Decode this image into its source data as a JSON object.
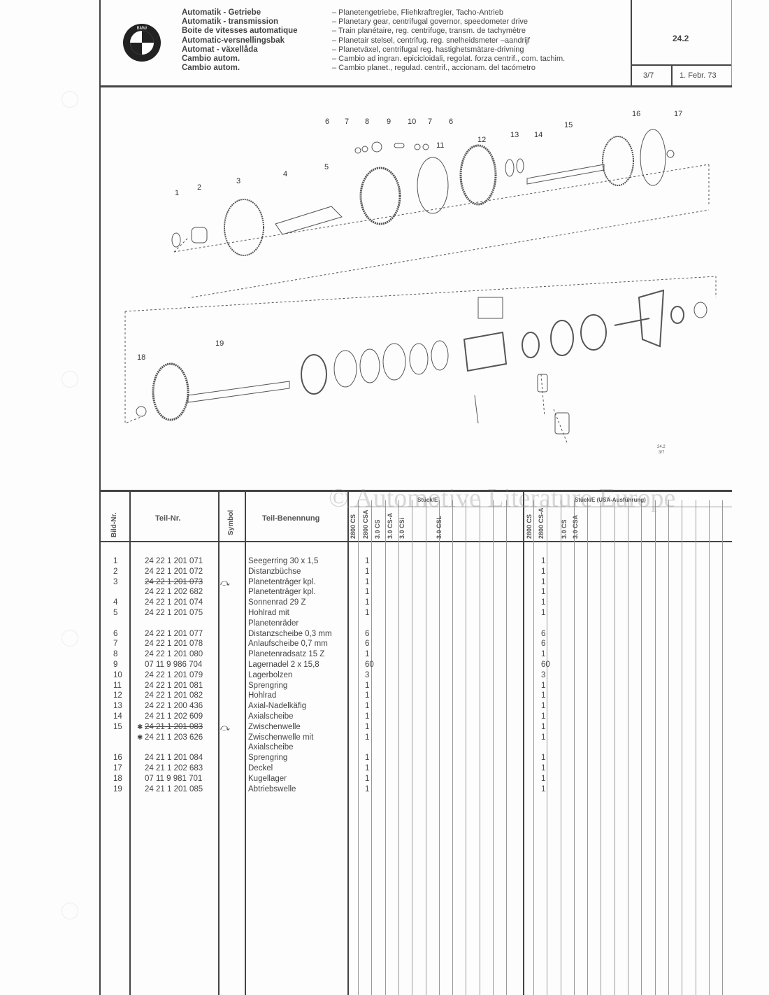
{
  "header": {
    "lines": [
      {
        "lang": "Automatik - Getriebe",
        "desc": "– Planetengetriebe, Fliehkraftregler, Tacho-Antrieb"
      },
      {
        "lang": "Automatik - transmission",
        "desc": "– Planetary gear, centrifugal governor, speedometer drive"
      },
      {
        "lang": "Boite de vitesses automatique",
        "desc": "– Train planétaire, reg. centrifuge, transm. de tachymètre"
      },
      {
        "lang": "Automatic-versnellingsbak",
        "desc": "– Planetair stelsel, centrifug. reg. snelheidsmeter –aandrijf"
      },
      {
        "lang": "Automat - växellåda",
        "desc": "– Planetväxel, centrifugal reg. hastighetsmätare-drivning"
      },
      {
        "lang": "Cambio autom.",
        "desc": "– Cambio ad ingran. epicicloidali, regolat. forza centrif., com. tachim."
      },
      {
        "lang": "Cambio autom.",
        "desc": "– Cambio planet., regulad. centrif., accionam. del tacómetro"
      }
    ],
    "group_number": "24.2",
    "page": "3/7",
    "date": "1. Febr. 73",
    "logo_text": "BMW"
  },
  "diagram": {
    "callouts": [
      "1",
      "2",
      "3",
      "4",
      "5",
      "6",
      "7",
      "8",
      "9",
      "10",
      "7",
      "6",
      "11",
      "12",
      "13",
      "14",
      "15",
      "16",
      "17",
      "18",
      "19"
    ],
    "ref": "24.2",
    "ref_page": "3/7"
  },
  "watermark": "© Automotive Literature Europe",
  "table": {
    "headers": {
      "bild": "Bild-Nr.",
      "teil": "Teil-Nr.",
      "symbol": "Symbol",
      "name": "Teil-Benennung",
      "group1": "Stück/E",
      "group2": "Stück/E (USA-Ausführung)"
    },
    "models1": [
      "2800 CS",
      "2800 CSA",
      "3.0 CS",
      "3.0 CS-A",
      "3.0 CSi",
      "",
      "",
      "3.0 CSL"
    ],
    "models2": [
      "2800 CS",
      "2800 CS-A",
      "",
      "3.0 CS",
      "3.0 CSA"
    ],
    "rows": [
      {
        "bild": "1",
        "teil": "24 22 1 201 071",
        "name": "Seegerring 30 x 1,5",
        "q1": "1",
        "q2": "1"
      },
      {
        "bild": "2",
        "teil": "24 22 1 201 072",
        "name": "Distanzbüchse",
        "q1": "1",
        "q2": "1"
      },
      {
        "bild": "3",
        "teil": "24 22 1 201 073",
        "struck": true,
        "symbol": "⤼",
        "name": "Planetenträger kpl.",
        "q1": "1",
        "q2": "1"
      },
      {
        "bild": "",
        "teil": "24 22 1 202 682",
        "name": "Planetenträger kpl.",
        "q1": "1",
        "q2": "1"
      },
      {
        "bild": "4",
        "teil": "24 22 1 201 074",
        "name": "Sonnenrad 29 Z",
        "q1": "1",
        "q2": "1"
      },
      {
        "bild": "5",
        "teil": "24 22 1 201 075",
        "name": "Hohlrad mit",
        "q1": "1",
        "q2": "1"
      },
      {
        "bild": "",
        "teil": "",
        "name": "Planetenräder",
        "q1": "",
        "q2": ""
      },
      {
        "bild": "6",
        "teil": "24 22 1 201 077",
        "name": "Distanzscheibe 0,3 mm",
        "q1": "6",
        "q2": "6"
      },
      {
        "bild": "7",
        "teil": "24 22 1 201 078",
        "name": "Anlaufscheibe 0,7 mm",
        "q1": "6",
        "q2": "6"
      },
      {
        "bild": "8",
        "teil": "24 22 1 201 080",
        "name": "Planetenradsatz 15 Z",
        "q1": "1",
        "q2": "1"
      },
      {
        "bild": "9",
        "teil": "07 11 9 986 704",
        "name": "Lagernadel 2 x 15,8",
        "q1": "60",
        "q2": "60"
      },
      {
        "bild": "10",
        "teil": "24 22 1 201 079",
        "name": "Lagerbolzen",
        "q1": "3",
        "q2": "3"
      },
      {
        "bild": "11",
        "teil": "24 22 1 201 081",
        "name": "Sprengring",
        "q1": "1",
        "q2": "1"
      },
      {
        "bild": "12",
        "teil": "24 22 1 201 082",
        "name": "Hohlrad",
        "q1": "1",
        "q2": "1"
      },
      {
        "bild": "13",
        "teil": "24 22 1 200 436",
        "name": "Axial-Nadelkäfig",
        "q1": "1",
        "q2": "1"
      },
      {
        "bild": "14",
        "teil": "24 21 1 202 609",
        "name": "Axialscheibe",
        "q1": "1",
        "q2": "1"
      },
      {
        "bild": "15",
        "teil": "24 21 1 201 083",
        "struck": true,
        "star": "✱",
        "symbol": "⤼",
        "name": "Zwischenwelle",
        "q1": "1",
        "q2": "1"
      },
      {
        "bild": "",
        "teil": "24 21 1 203 626",
        "star": "✱",
        "name": "Zwischenwelle mit",
        "q1": "1",
        "q2": "1"
      },
      {
        "bild": "",
        "teil": "",
        "name": "Axialscheibe",
        "q1": "",
        "q2": ""
      },
      {
        "bild": "16",
        "teil": "24 21 1 201 084",
        "name": "Sprengring",
        "q1": "1",
        "q2": "1"
      },
      {
        "bild": "17",
        "teil": "24 21 1 202 683",
        "name": "Deckel",
        "q1": "1",
        "q2": "1"
      },
      {
        "bild": "18",
        "teil": "07 11 9 981 701",
        "name": "Kugellager",
        "q1": "1",
        "q2": "1"
      },
      {
        "bild": "19",
        "teil": "24 21 1 201 085",
        "name": "Abtriebswelle",
        "q1": "1",
        "q2": "1"
      }
    ]
  }
}
